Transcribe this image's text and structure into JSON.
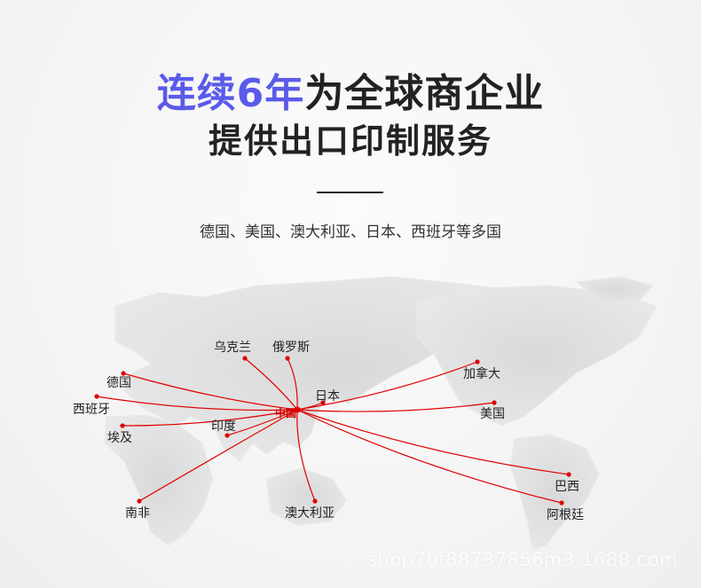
{
  "header": {
    "title_accent": "连续6年",
    "title_rest": "为全球商企业",
    "subtitle": "提供出口印制服务",
    "countries_line": "德国、美国、澳大利亚、日本、西班牙等多国"
  },
  "map": {
    "hub": "中国",
    "destinations": [
      {
        "label": "乌克兰"
      },
      {
        "label": "俄罗斯"
      },
      {
        "label": "德国"
      },
      {
        "label": "西班牙"
      },
      {
        "label": "埃及"
      },
      {
        "label": "印度"
      },
      {
        "label": "日本"
      },
      {
        "label": "加拿大"
      },
      {
        "label": "美国"
      },
      {
        "label": "巴西"
      },
      {
        "label": "阿根廷"
      },
      {
        "label": "南非"
      },
      {
        "label": "澳大利亚"
      }
    ]
  },
  "watermark": "shop70f88737856m3.1688.com",
  "colors": {
    "accent": "#5a5bea",
    "route": "#e00000",
    "land": "#dedede"
  }
}
